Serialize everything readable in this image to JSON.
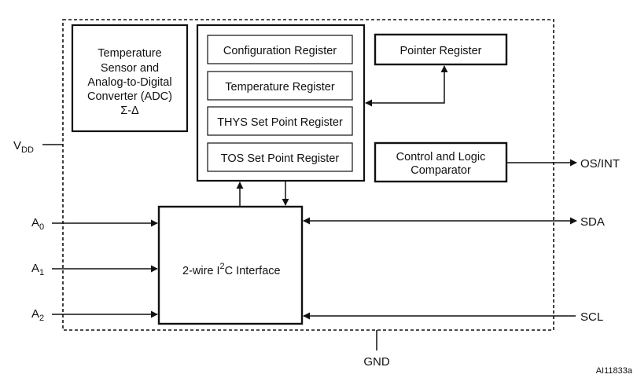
{
  "diagram": {
    "adc_block": {
      "lines": [
        "Temperature",
        "Sensor and",
        "Analog-to-Digital",
        "Converter (ADC)",
        "Σ-Δ"
      ]
    },
    "registers": {
      "configuration": "Configuration Register",
      "temperature": "Temperature Register",
      "thys": "THYS Set Point Register",
      "tos": "TOS Set Point Register"
    },
    "pointer_register": "Pointer Register",
    "control_logic": {
      "line1": "Control and Logic",
      "line2": "Comparator"
    },
    "interface": {
      "prefix": "2-wire I",
      "superscript": "2",
      "suffix": "C Interface"
    },
    "pins": {
      "vdd": {
        "main": "V",
        "sub": "DD"
      },
      "a0": {
        "main": "A",
        "sub": "0"
      },
      "a1": {
        "main": "A",
        "sub": "1"
      },
      "a2": {
        "main": "A",
        "sub": "2"
      },
      "os_int": "OS/INT",
      "sda": "SDA",
      "scl": "SCL",
      "gnd": "GND"
    },
    "figure_id": "AI11833a"
  }
}
